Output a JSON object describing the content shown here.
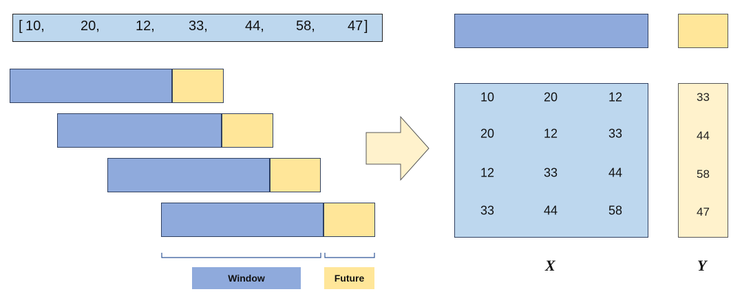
{
  "sequence": {
    "open_bracket": "[",
    "close_bracket": "]",
    "values": [
      "10,",
      "20,",
      "12,",
      "33,",
      "44,",
      "58,",
      "47"
    ]
  },
  "windows": [
    {
      "window_fraction": 0.76
    },
    {
      "window_fraction": 0.76
    },
    {
      "window_fraction": 0.76
    },
    {
      "window_fraction": 0.76
    }
  ],
  "matrix_x": {
    "label": "X",
    "rows": [
      [
        "10",
        "20",
        "12"
      ],
      [
        "20",
        "12",
        "33"
      ],
      [
        "12",
        "33",
        "44"
      ],
      [
        "33",
        "44",
        "58"
      ]
    ]
  },
  "vector_y": {
    "label": "Y",
    "values": [
      "33",
      "44",
      "58",
      "47"
    ]
  },
  "legend": {
    "window_label": "Window",
    "future_label": "Future"
  },
  "colors": {
    "window": "#8faadc",
    "future": "#ffe699",
    "matrix_bg": "#bdd7ee",
    "vector_bg": "#fff2cc"
  }
}
